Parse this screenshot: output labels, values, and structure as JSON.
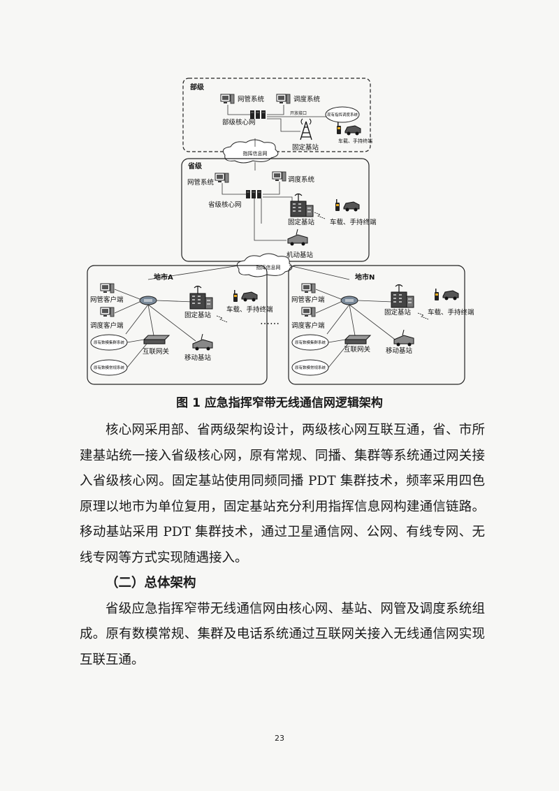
{
  "figure": {
    "ministry": {
      "title": "部级",
      "nms": "网管系统",
      "dispatch": "调度系统",
      "core": "部级核心网",
      "open_if": "开放接口",
      "legacy_dispatch": "现有指挥调度系统",
      "fixed_bs": "固定基站",
      "terminals": "车载、手持终端"
    },
    "cloud_top": "指挥信息网",
    "province": {
      "title": "省级",
      "nms": "网管系统",
      "dispatch": "调度系统",
      "core": "省级核心网",
      "fixed_bs": "固定基站",
      "terminals": "车载、手持终端",
      "mobile_bs": "机动基站"
    },
    "cloud_mid": "指挥信息网",
    "city_a": {
      "title": "地市A",
      "nms_client": "网管客户端",
      "dispatch_client": "调度客户端",
      "fixed_bs": "固定基站",
      "terminals": "车载、手持终端",
      "gateway": "互联网关",
      "mobile_bs": "移动基站",
      "legacy_trunk": "原有数模集群系统",
      "legacy_conv": "原有数模常规系统"
    },
    "dots": "……",
    "city_n": {
      "title": "地市N",
      "nms_client": "网管客户端",
      "dispatch_client": "调度客户端",
      "fixed_bs": "固定基站",
      "terminals": "车载、手持终端",
      "gateway": "互联网关",
      "mobile_bs": "移动基站",
      "legacy_trunk": "原有数模集群系统",
      "legacy_conv": "原有数模常规系统"
    }
  },
  "caption": "图 1  应急指挥窄带无线通信网逻辑架构",
  "paragraph1": "核心网采用部、省两级架构设计，两级核心网互联互通，省、市所建基站统一接入省级核心网，原有常规、同播、集群等系统通过网关接入省级核心网。固定基站使用同频同播 PDT 集群技术，频率采用四色原理以地市为单位复用，固定基站充分利用指挥信息网构建通信链路。移动基站采用 PDT 集群技术，通过卫星通信网、公网、有线专网、无线专网等方式实现随遇接入。",
  "heading": "（二）总体架构",
  "paragraph2": "省级应急指挥窄带无线通信网由核心网、基站、网管及调度系统组成。原有数模常规、集群及电话系统通过互联网关接入无线通信网实现互联互通。",
  "page_number": "23"
}
